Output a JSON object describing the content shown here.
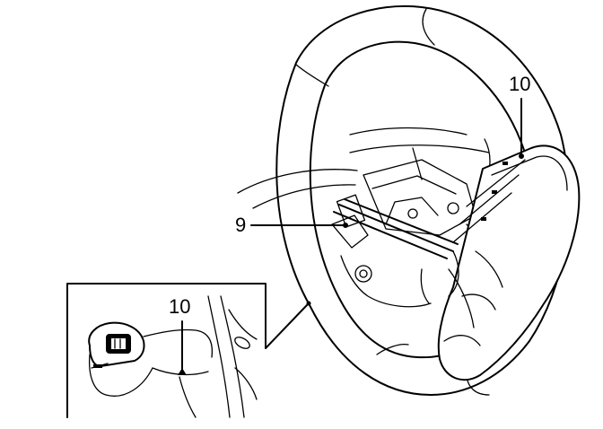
{
  "callouts": {
    "main_top": "10",
    "main_left": "9",
    "inset": "10"
  }
}
